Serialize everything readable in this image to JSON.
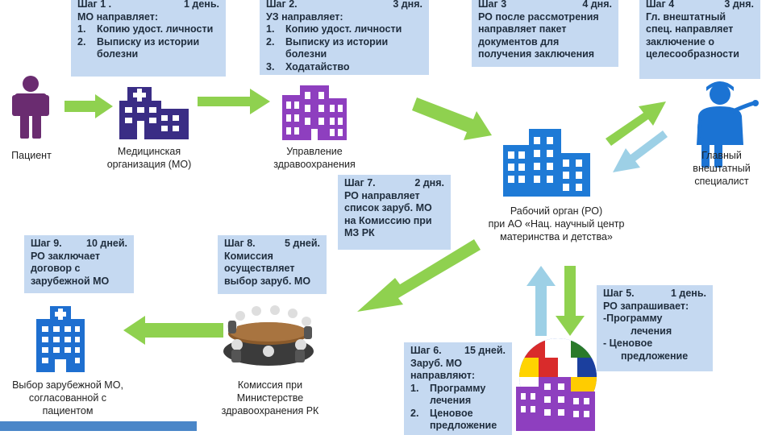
{
  "colors": {
    "step_box": "#c5d9f1",
    "arrow_green": "#8fd14f",
    "arrow_blue": "#9dd0e6",
    "hospital": "#3a2d85",
    "ministry": "#8e3fbf",
    "ro_building": "#1e7ad6",
    "foreign_clinic": "#1e6fd0",
    "patient": "#6a2c70",
    "specialist": "#1b73d3",
    "footer_bar": "#4a86c8"
  },
  "icons": [
    "patient-icon",
    "hospital-icon",
    "ministry-building-icon",
    "ro-building-icon",
    "specialist-icon",
    "foreign-clinic-icon",
    "commission-icon",
    "world-flags-clinic-icon"
  ],
  "steps": {
    "s1": {
      "title": "Шаг 1 .",
      "days": "1 день.",
      "intro": "МО направляет:",
      "items": [
        {
          "num": "1.",
          "text": "Копию удост. личности"
        },
        {
          "num": "2.",
          "text": "Выписку из истории болезни"
        }
      ]
    },
    "s2": {
      "title": "Шаг 2.",
      "days": "3 дня.",
      "intro": "УЗ направляет:",
      "items": [
        {
          "num": "1.",
          "text": "Копию удост. личности"
        },
        {
          "num": "2.",
          "text": "Выписку из истории болезни"
        },
        {
          "num": "3.",
          "text": "Ходатайство"
        }
      ]
    },
    "s3": {
      "title": "Шаг 3",
      "days": "4 дня.",
      "lines": [
        "РО после рассмотрения",
        "направляет пакет",
        "документов для",
        "получения заключения"
      ]
    },
    "s4": {
      "title": "Шаг 4",
      "days": "3 дня.",
      "lines": [
        "Гл. внештатный",
        "спец. направляет",
        "заключение о",
        "целесообразности"
      ]
    },
    "s5": {
      "title": "Шаг 5.",
      "days": "1 день.",
      "intro": "РО запрашивает:",
      "items": [
        "-Программу",
        "лечения",
        "- Ценовое",
        "предложение"
      ]
    },
    "s6": {
      "title": "Шаг 6.",
      "days": "15 дней.",
      "intro_lines": [
        "Заруб. МО",
        "направляют:"
      ],
      "items": [
        {
          "num": "1.",
          "text": "Программу лечения"
        },
        {
          "num": "2.",
          "text": "Ценовое предложение"
        }
      ]
    },
    "s7": {
      "title": "Шаг 7.",
      "days": "2 дня.",
      "lines": [
        "РО направляет",
        "список заруб. МО",
        "на Комиссию при",
        "МЗ РК"
      ]
    },
    "s8": {
      "title": "Шаг 8.",
      "days": "5 дней.",
      "lines": [
        "Комиссия",
        "осуществляет",
        "выбор заруб. МО"
      ]
    },
    "s9": {
      "title": "Шаг 9.",
      "days": "10 дней.",
      "lines": [
        "РО заключает",
        "договор с",
        "зарубежной МО"
      ]
    }
  },
  "labels": {
    "patient": "Пациент",
    "mo": [
      "Медицинская",
      "организация (МО)"
    ],
    "uz": [
      "Управление",
      "здравоохранения"
    ],
    "ro": [
      "Рабочий орган (РО)",
      "при  АО «Нац. научный центр",
      "материнства и детства»"
    ],
    "specialist": [
      "Главный",
      "внештатный",
      "специалист"
    ],
    "commission": [
      "Комиссия при",
      "Министерстве",
      "здравоохранения РК"
    ],
    "foreign_choice": [
      "Выбор зарубежной МО,",
      "согласованной с",
      "пациентом"
    ]
  }
}
